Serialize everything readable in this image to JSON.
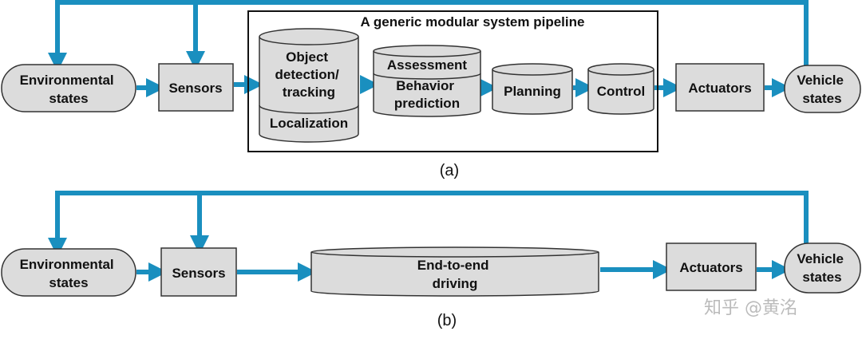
{
  "colors": {
    "flow": "#1a8fbf",
    "box_fill": "#dcdcdc",
    "box_stroke": "#333333"
  },
  "panel_a": {
    "title": "A generic modular system pipeline",
    "environmental_states": [
      "Environmental",
      "states"
    ],
    "sensors": "Sensors",
    "perception": [
      "Object",
      "detection/",
      "tracking"
    ],
    "localization": "Localization",
    "assessment": "Assessment",
    "behavior_prediction": [
      "Behavior",
      "prediction"
    ],
    "planning": "Planning",
    "control": "Control",
    "actuators": "Actuators",
    "vehicle_states": [
      "Vehicle",
      "states"
    ],
    "caption": "(a)"
  },
  "panel_b": {
    "environmental_states": [
      "Environmental",
      "states"
    ],
    "sensors": "Sensors",
    "end_to_end": [
      "End-to-end",
      "driving"
    ],
    "actuators": "Actuators",
    "vehicle_states": [
      "Vehicle",
      "states"
    ],
    "caption": "(b)"
  },
  "watermark": "知乎 @黄洺"
}
